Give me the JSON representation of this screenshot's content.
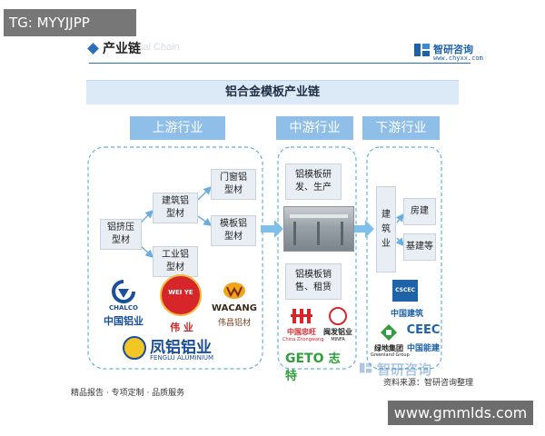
{
  "overlay_tag": "TG: MYYJJPP",
  "header": {
    "title": "产业链",
    "ghost_text": "ial Chain"
  },
  "brand": {
    "name": "智研咨询",
    "url": "www.chyxx.com"
  },
  "banner": "铝合金模板产业链",
  "stages": {
    "upstream": "上游行业",
    "midstream": "中游行业",
    "downstream": "下游行业"
  },
  "upstream": {
    "extrusion": "铝挤压\n型材",
    "building": "建筑铝\n型材",
    "industrial": "工业铝\n型材",
    "doorwindow": "门窗铝\n型材",
    "template": "模板铝\n型材"
  },
  "midstream": {
    "rd": "铝模板研\n发、生产",
    "sales": "铝模板销\n售、租赁"
  },
  "downstream": {
    "construction": "建\n筑\n业",
    "housing": "房建",
    "infrastructure": "基建等"
  },
  "companies": {
    "chalco": {
      "en": "CHALCO",
      "cn": "中国铝业"
    },
    "weiye": {
      "mark": "WEI YE",
      "cn": "伟 业"
    },
    "wacang": {
      "en": "WACANG",
      "cn": "伟昌铝材"
    },
    "fenglu": {
      "cn": "凤铝铝业",
      "en": "FENGLU ALUMINIUM"
    },
    "zhongwang": {
      "cn": "中国忠旺",
      "en": "China Zhongwang"
    },
    "minfa": {
      "cn": "闽发铝业",
      "en": "MINFA"
    },
    "geto": {
      "en": "GETO",
      "cn": "志特"
    },
    "cscec": {
      "en": "CSCEC",
      "cn": "中国建筑"
    },
    "greenland": {
      "cn": "绿地集团",
      "en": "Greenland Group"
    },
    "ceec": {
      "en": "CEEC",
      "cn": "中国能建"
    }
  },
  "footer": {
    "left": "精品报告 · 专项定制 · 品质服务",
    "source": "资料来源：智研咨询整理"
  },
  "watermark": "www.gmmlds.com"
}
